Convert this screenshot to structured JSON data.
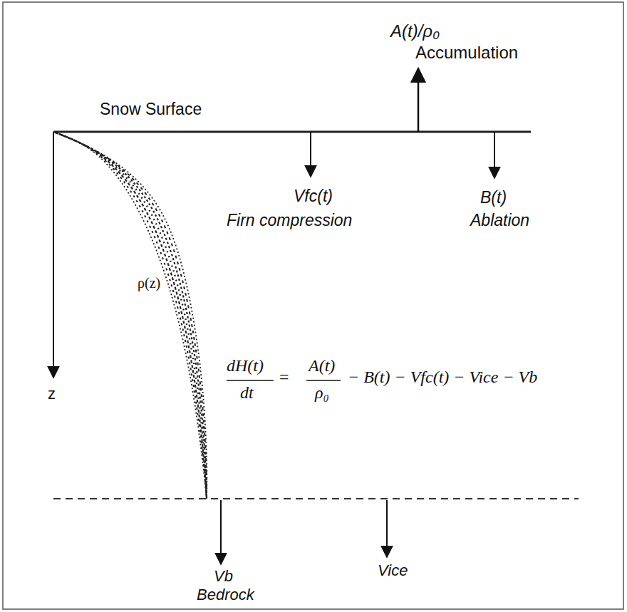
{
  "diagram": {
    "labels": [
      "A(t)/ρ₀",
      "Accumulation",
      "Snow Surface",
      "Vfc(t)",
      "Firn compression",
      "B(t)",
      "Ablation",
      "ρ(z)",
      "z",
      "dH(t)",
      "dt",
      "=",
      "A(t)",
      "ρ₀",
      "− B(t) − Vfc(t) − Vice − Vb",
      "Vb",
      "Bedrock",
      "Vice"
    ]
  }
}
